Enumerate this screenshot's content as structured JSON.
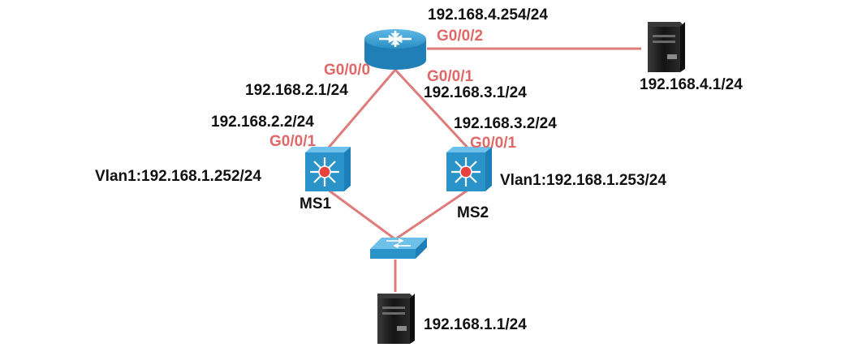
{
  "colors": {
    "link": "#e07b7b",
    "port_label": "#e06868",
    "text": "#111111",
    "device_blue": "#2a93c9",
    "server_black": "#1c1c1c"
  },
  "devices": {
    "router": {
      "icon": "router-icon"
    },
    "ms1": {
      "icon": "multilayer-switch-icon",
      "name": "MS1",
      "vlan": "Vlan1:192.168.1.252/24"
    },
    "ms2": {
      "icon": "multilayer-switch-icon",
      "name": "MS2",
      "vlan": "Vlan1:192.168.1.253/24"
    },
    "access_switch": {
      "icon": "switch-icon"
    },
    "server_top": {
      "icon": "server-icon",
      "ip": "192.168.4.1/24"
    },
    "server_bottom": {
      "icon": "server-icon",
      "ip": "192.168.1.1/24"
    }
  },
  "interfaces": {
    "router_g002": {
      "port": "G0/0/2",
      "ip": "192.168.4.254/24"
    },
    "router_g000": {
      "port": "G0/0/0",
      "ip": "192.168.2.1/24"
    },
    "router_g001": {
      "port": "G0/0/1",
      "ip": "192.168.3.1/24"
    },
    "ms1_g001": {
      "port": "G0/0/1",
      "ip": "192.168.2.2/24"
    },
    "ms2_g001": {
      "port": "G0/0/1",
      "ip": "192.168.3.2/24"
    }
  }
}
